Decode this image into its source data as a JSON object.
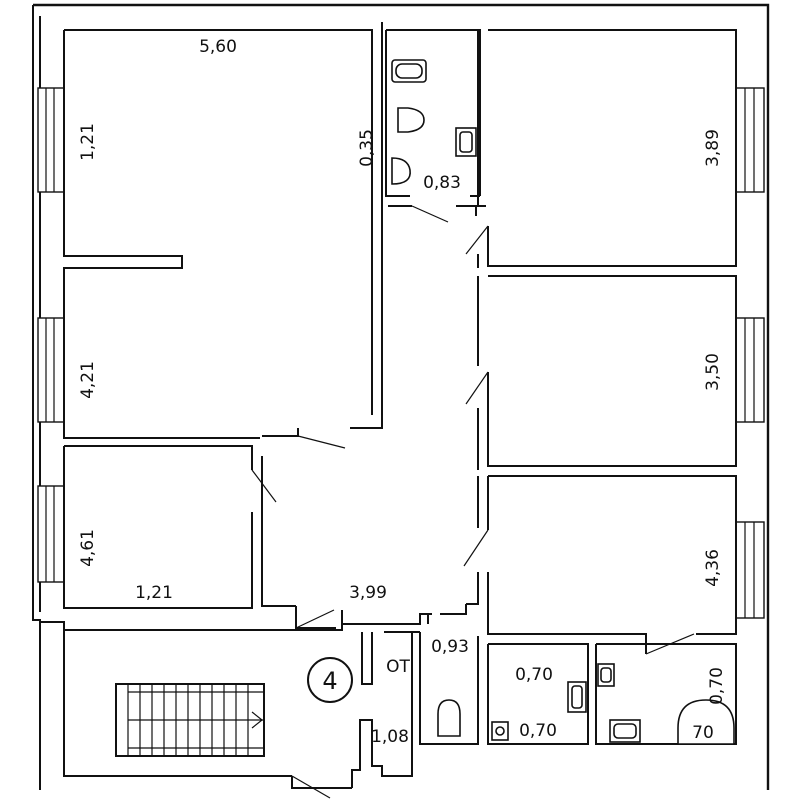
{
  "plan": {
    "labels": {
      "top_left_width": "5,60",
      "left_window_1": "1,21",
      "left_window_2": "4,21",
      "left_window_3": "4,61",
      "left_bottom": "1,21",
      "wc_height": "0,35",
      "wc_width": "0,83",
      "right_room_1": "3,89",
      "right_room_2": "3,50",
      "right_room_3": "4,36",
      "corridor": "3,99",
      "small_1": "0,93",
      "small_2": "0,70",
      "small_3": "0,70",
      "small_4": "0,70",
      "small_5": "70",
      "ot": "OT",
      "landing": "1,08"
    },
    "floor_badge": "4"
  }
}
